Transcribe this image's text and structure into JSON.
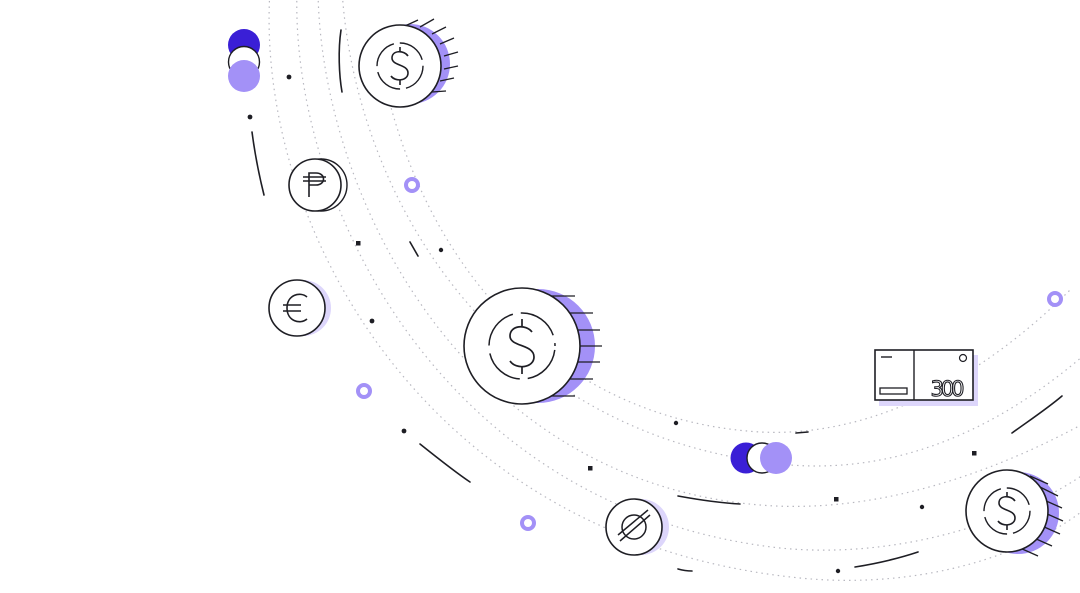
{
  "colors": {
    "background": "#ffffff",
    "ink": "#1e1e24",
    "accent_light": "#a391f7",
    "accent_dark": "#3a1fd6",
    "shadow": "#ddd6fb",
    "dotted": "#b8b8c0"
  },
  "icons": [
    "stablecoin-icon-top",
    "peso-coin-icon",
    "euro-coin-icon",
    "dollar-coin-icon-large",
    "stellar-coin-icon",
    "usdc-coin-icon",
    "banknote-icon",
    "toggle-dots-icon"
  ],
  "banknote": {
    "denomination": "300"
  }
}
